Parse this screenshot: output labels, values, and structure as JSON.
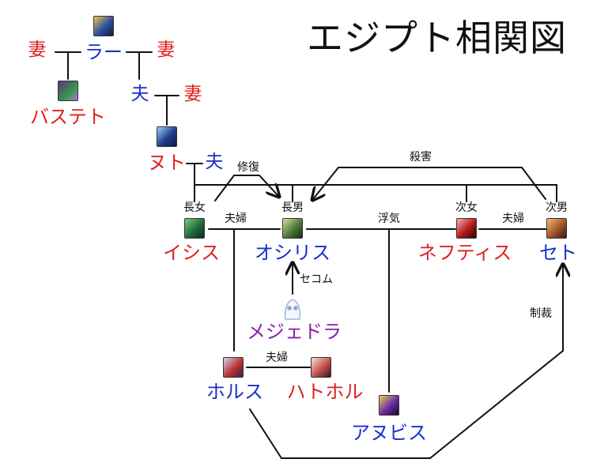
{
  "title": "エジプト相関図",
  "people": {
    "ra": {
      "name": "ラー",
      "color": "blue",
      "icon": "sun-god-portrait-icon"
    },
    "bastet": {
      "name": "バステト",
      "color": "red",
      "icon": "cat-goddess-portrait-icon"
    },
    "nut": {
      "name": "ヌト",
      "color": "red",
      "icon": "sky-goddess-portrait-icon"
    },
    "isis": {
      "name": "イシス",
      "color": "red",
      "icon": "isis-portrait-icon"
    },
    "osiris": {
      "name": "オシリス",
      "color": "blue",
      "icon": "osiris-portrait-icon"
    },
    "nephthys": {
      "name": "ネフティス",
      "color": "red",
      "icon": "nephthys-portrait-icon"
    },
    "set": {
      "name": "セト",
      "color": "blue",
      "icon": "set-portrait-icon"
    },
    "mejed": {
      "name": "メジェドラ",
      "color": "purple",
      "icon": "mejed-mascot-icon"
    },
    "horus": {
      "name": "ホルス",
      "color": "blue",
      "icon": "horus-portrait-icon"
    },
    "hathor": {
      "name": "ハトホル",
      "color": "red",
      "icon": "hathor-portrait-icon"
    },
    "anubis": {
      "name": "アヌビス",
      "color": "blue",
      "icon": "anubis-portrait-icon"
    }
  },
  "spouse_labels": {
    "wife": "妻",
    "husband": "夫"
  },
  "labels": {
    "restore": "修復",
    "murder": "殺害",
    "eldest_daughter": "長女",
    "eldest_son": "長男",
    "second_daughter": "次女",
    "second_son": "次男",
    "married": "夫婦",
    "affair": "浮気",
    "secom": "セコム",
    "sanction": "制裁"
  },
  "colors": {
    "red": "#e02020",
    "blue": "#1a2fcc",
    "purple": "#8a1cb0",
    "line": "#111111"
  }
}
